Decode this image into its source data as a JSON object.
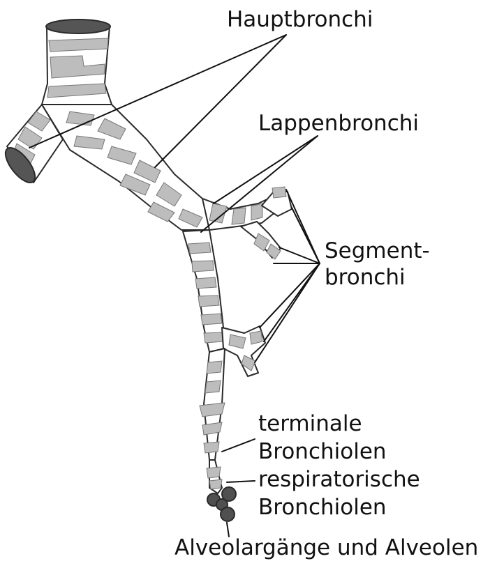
{
  "labels": {
    "main_bronchi": "Hauptbronchi",
    "lobar_bronchi": "Lappenbronchi",
    "segmental_line1": "Segment-",
    "segmental_line2": "bronchi",
    "terminal_line1": "terminale",
    "terminal_line2": "Bronchiolen",
    "respiratory_line1": "respiratorische",
    "respiratory_line2": "Bronchiolen",
    "alveoli": "Alveolargänge und Alveolen"
  },
  "colors": {
    "cartilage": "#bdbdbd",
    "outline": "#2a2a2a",
    "lumen": "#555555",
    "alveoli": "#505050",
    "text": "#111111"
  }
}
